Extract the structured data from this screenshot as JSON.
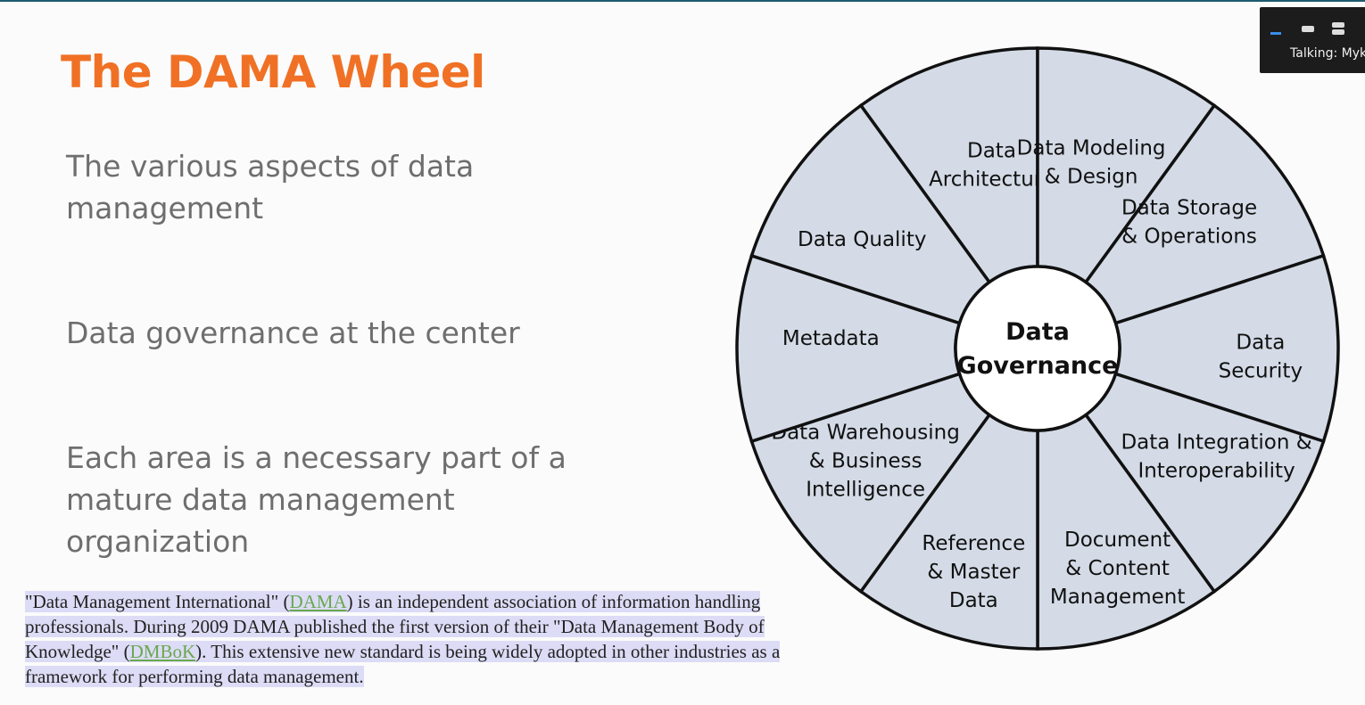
{
  "slide": {
    "title": "The DAMA Wheel",
    "bullets": [
      "The various aspects of data management",
      "Data governance at the center",
      "Each area is a necessary part of a mature data management organization"
    ]
  },
  "wheel": {
    "center": [
      "Data",
      "Governance"
    ],
    "segments": [
      [
        "Data",
        "Architecture"
      ],
      [
        "Data Modeling",
        "& Design"
      ],
      [
        "Data Storage",
        "& Operations"
      ],
      [
        "Data",
        "Security"
      ],
      [
        "Data Integration &",
        "Interoperability"
      ],
      [
        "Document",
        "& Content",
        "Management"
      ],
      [
        "Reference",
        "& Master",
        "Data"
      ],
      [
        "Data Warehousing",
        "& Business",
        "Intelligence"
      ],
      [
        "Metadata"
      ],
      [
        "Data Quality"
      ]
    ],
    "colors": {
      "fill": "#d4dbe7",
      "stroke": "#111111",
      "center": "#ffffff"
    }
  },
  "footnote": {
    "t1": "\"Data Management International\" (",
    "l1": "DAMA",
    "t2": ") is an independent association of information handling professionals. During 2009 DAMA published the first version of their \"Data Management Body of Knowledge\" (",
    "l2": "DMBoK",
    "t3": "). This extensive new standard is being widely adopted in other industries as a framework for performing data management."
  },
  "call": {
    "label": "Talking: Myk"
  },
  "colors": {
    "title": "#f07125",
    "body": "#6e6e6e",
    "highlight": "#dcdcf6",
    "link": "#6aa84f"
  }
}
